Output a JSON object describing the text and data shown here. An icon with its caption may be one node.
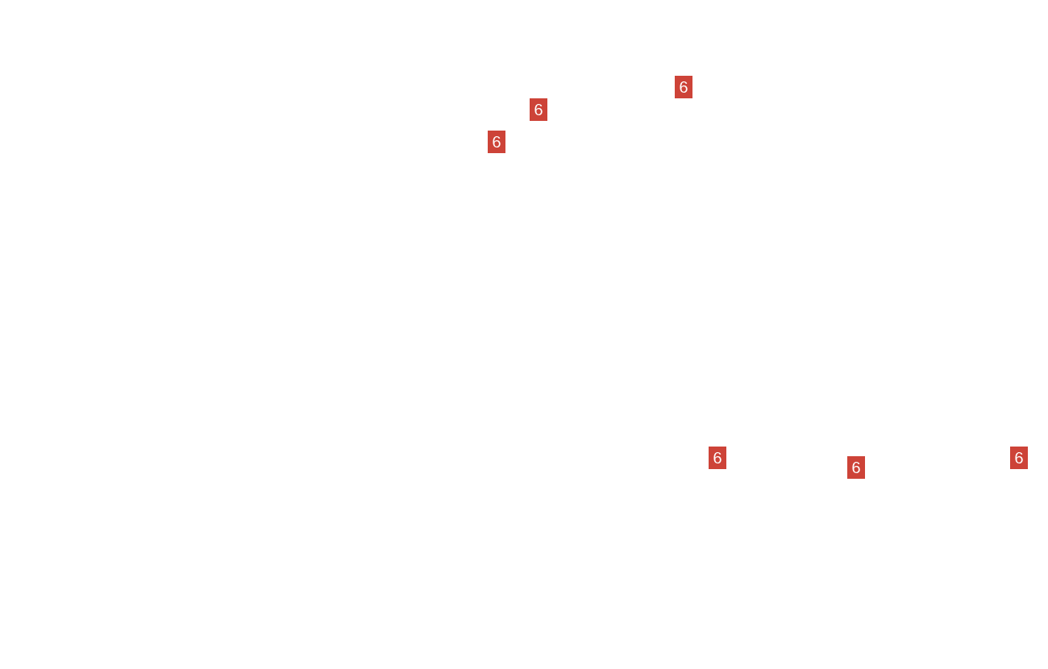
{
  "diagram": {
    "labels": [
      "6",
      "6",
      "6",
      "6",
      "6",
      "6"
    ]
  }
}
